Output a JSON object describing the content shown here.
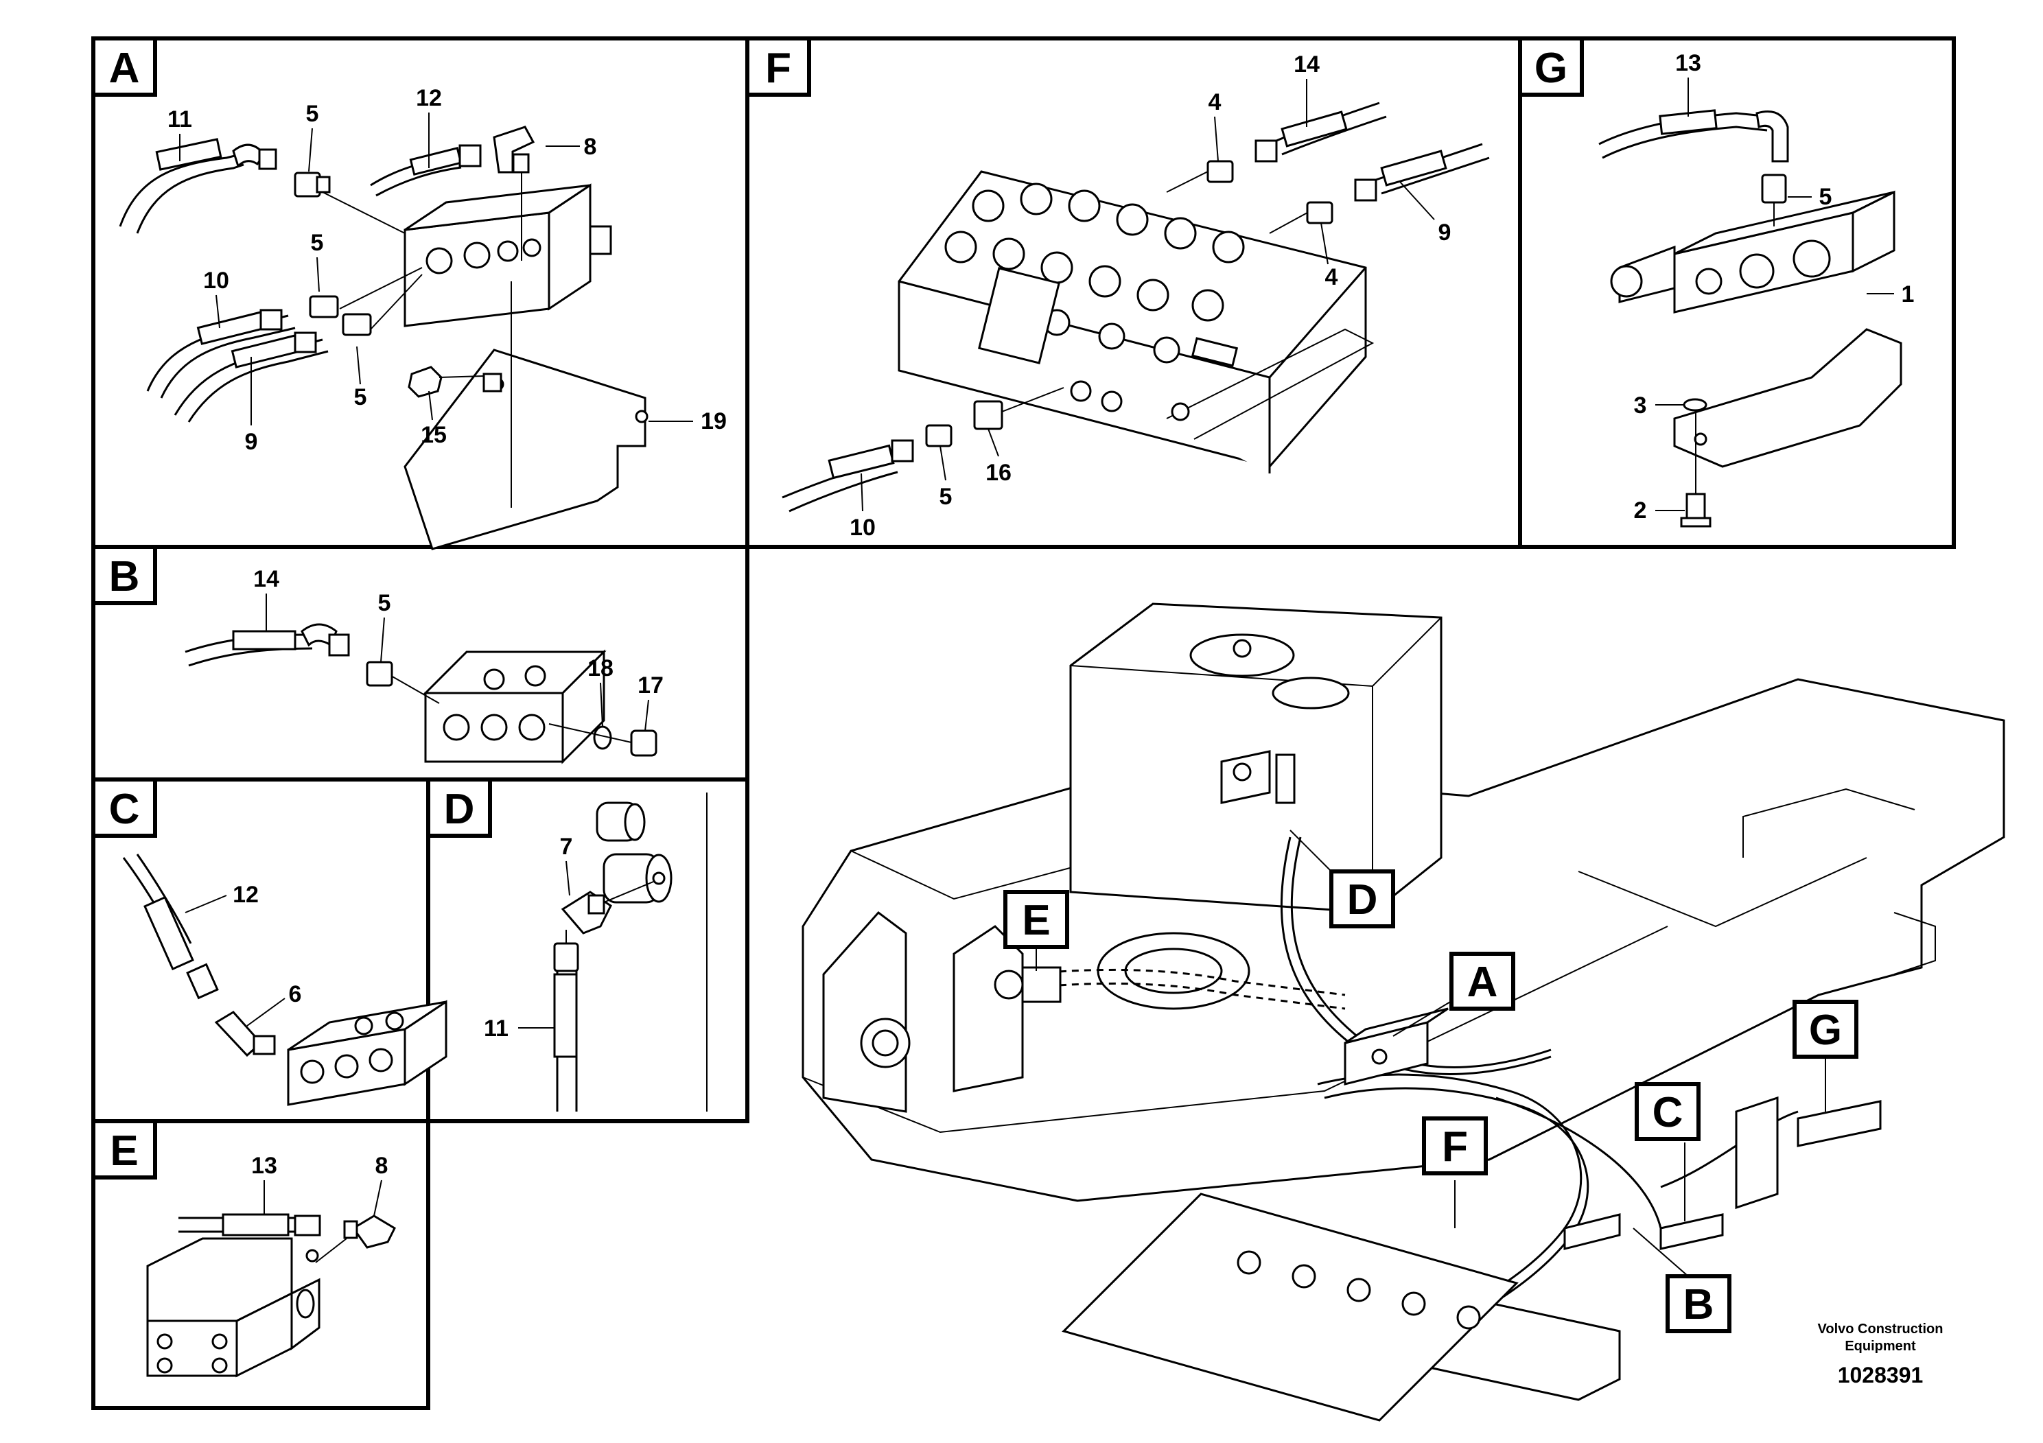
{
  "panels": {
    "A": {
      "label": "A",
      "callouts": {
        "c11": "11",
        "c5a": "5",
        "c12": "12",
        "c8": "8",
        "c5b": "5",
        "c10": "10",
        "c5c": "5",
        "c9": "9",
        "c15": "15",
        "c19": "19"
      }
    },
    "F": {
      "label": "F",
      "callouts": {
        "c14": "14",
        "c4a": "4",
        "c9": "9",
        "c4b": "4",
        "c10": "10",
        "c5": "5",
        "c16": "16"
      }
    },
    "G": {
      "label": "G",
      "callouts": {
        "c13": "13",
        "c5": "5",
        "c1": "1",
        "c3": "3",
        "c2": "2"
      }
    },
    "B": {
      "label": "B",
      "callouts": {
        "c14": "14",
        "c5": "5",
        "c18": "18",
        "c17": "17"
      }
    },
    "C": {
      "label": "C",
      "callouts": {
        "c12": "12",
        "c6": "6"
      }
    },
    "D": {
      "label": "D",
      "callouts": {
        "c7": "7",
        "c11": "11"
      }
    },
    "E": {
      "label": "E",
      "callouts": {
        "c13": "13",
        "c8": "8"
      }
    }
  },
  "overview": {
    "refs": {
      "A": "A",
      "B": "B",
      "C": "C",
      "D": "D",
      "E": "E",
      "F": "F",
      "G": "G"
    }
  },
  "footer": {
    "credit_line1": "Volvo Construction",
    "credit_line2": "Equipment",
    "doc_number": "1028391"
  }
}
